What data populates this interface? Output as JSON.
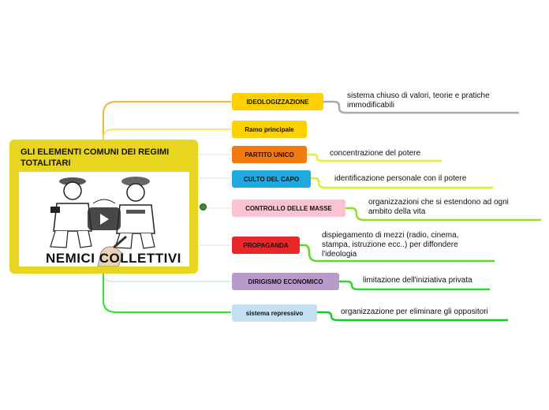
{
  "central": {
    "title": "GLI ELEMENTI COMUNI DEI REGIMI TOTALITARI",
    "video_caption": "NEMICI COLLETTIVI",
    "play_icon": "play-button-icon"
  },
  "branches": [
    {
      "label": "IDEOLOGIZZAZIONE",
      "color": "#ffd000",
      "text_color": "#111111",
      "leaf": "sistema chiuso di valori, teorie e pratiche immodificabili",
      "leaf_color": "#aaaaaa"
    },
    {
      "label": "Ramo principale",
      "color": "#ffd000",
      "text_color": "#111111",
      "leaf": "",
      "leaf_color": ""
    },
    {
      "label": "PARTITO UNICO",
      "color": "#f07a10",
      "text_color": "#111111",
      "leaf": "concentrazione del potere",
      "leaf_color": "#f0ee20"
    },
    {
      "label": "CULTO DEL CAPO",
      "color": "#20a8e0",
      "text_color": "#111111",
      "leaf": "identificazione personale con il potere",
      "leaf_color": "#d6ef30"
    },
    {
      "label": "CONTROLLO DELLE MASSE",
      "color": "#f9c3d0",
      "text_color": "#111111",
      "leaf": "organizzazioni che si estendono ad ogni ambito della vita",
      "leaf_color": "#8ee020"
    },
    {
      "label": "PROPAGANDA",
      "color": "#e82828",
      "text_color": "#111111",
      "leaf": "dispiegamento di mezzi (radio, cinema, stampa, istruzione ecc..) per diffondere l'ideologia",
      "leaf_color": "#5cd820"
    },
    {
      "label": "DIRIGISMO ECONOMICO",
      "color": "#b89acb",
      "text_color": "#111111",
      "leaf": "limitazione dell'iniziativa privata",
      "leaf_color": "#2cd830"
    },
    {
      "label": "sistema repressivo",
      "color": "#c5e0f2",
      "text_color": "#111111",
      "leaf": "organizzazione per eliminare gli oppositori",
      "leaf_color": "#10d028"
    }
  ],
  "globe_icon": "globe-icon"
}
